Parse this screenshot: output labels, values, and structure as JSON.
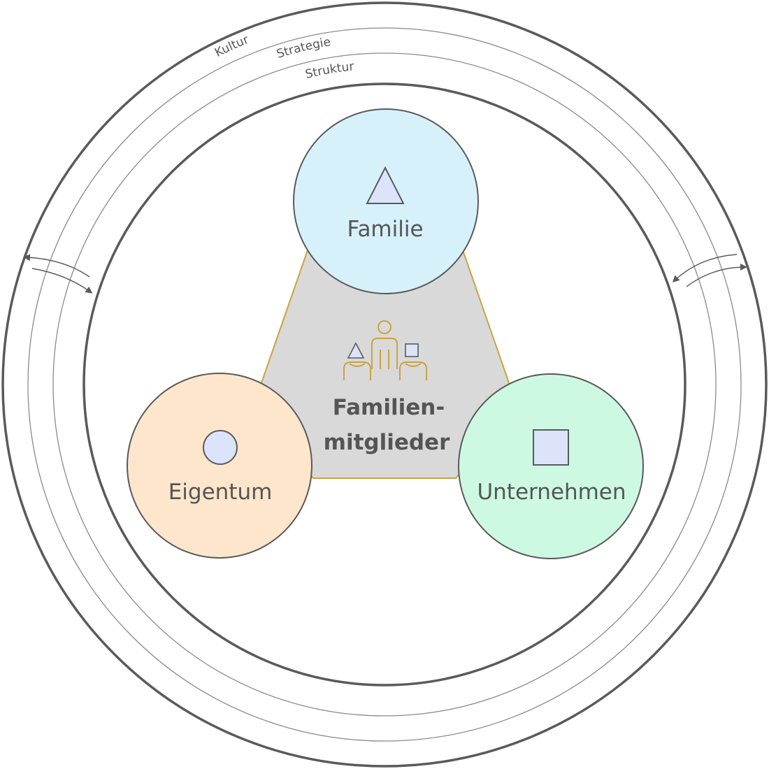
{
  "rings": {
    "outer_label": "Kultur",
    "middle_label": "Strategie",
    "inner_label": "Struktur"
  },
  "circles": {
    "top": {
      "label": "Familie",
      "symbol": "triangle-icon",
      "fill": "#d7f1fb"
    },
    "left": {
      "label": "Eigentum",
      "symbol": "circle-icon",
      "fill": "#fde6cc"
    },
    "right": {
      "label": "Unternehmen",
      "symbol": "square-icon",
      "fill": "#cdf9e3"
    }
  },
  "center": {
    "label_line1": "Familien-",
    "label_line2": "mitglieder",
    "icon": "family-members-icon",
    "fill": "#d9d9d9",
    "outline": "#c8a440"
  },
  "colors": {
    "stroke": "#5a5a5a",
    "symbol_fill": "#dbe4fb",
    "text": "#555555"
  }
}
